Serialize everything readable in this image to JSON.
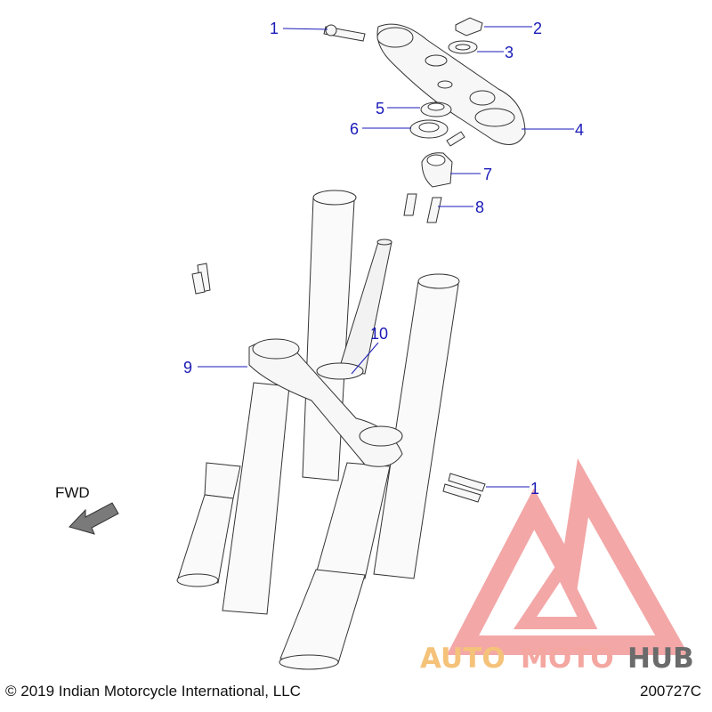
{
  "callouts": [
    {
      "id": "1",
      "label": "1"
    },
    {
      "id": "2",
      "label": "2"
    },
    {
      "id": "3",
      "label": "3"
    },
    {
      "id": "4",
      "label": "4"
    },
    {
      "id": "5",
      "label": "5"
    },
    {
      "id": "6",
      "label": "6"
    },
    {
      "id": "7",
      "label": "7"
    },
    {
      "id": "8",
      "label": "8"
    },
    {
      "id": "9",
      "label": "9"
    },
    {
      "id": "10",
      "label": "10"
    },
    {
      "id": "1b",
      "label": "1"
    }
  ],
  "direction_label": "FWD",
  "copyright": "© 2019 Indian Motorcycle International, LLC",
  "diagram_code": "200727C",
  "watermark": {
    "part1": "AUTO",
    "part2": "MOTO",
    "part3": "HUB",
    "colors": {
      "auto": "#f5c27a",
      "moto": "#f4a6a0",
      "hub": "#6b6b6b",
      "logo": "#ef8a8a"
    }
  },
  "colors": {
    "callout": "#1a1ab8",
    "line_art": "#333333",
    "arrow": "#777777"
  }
}
